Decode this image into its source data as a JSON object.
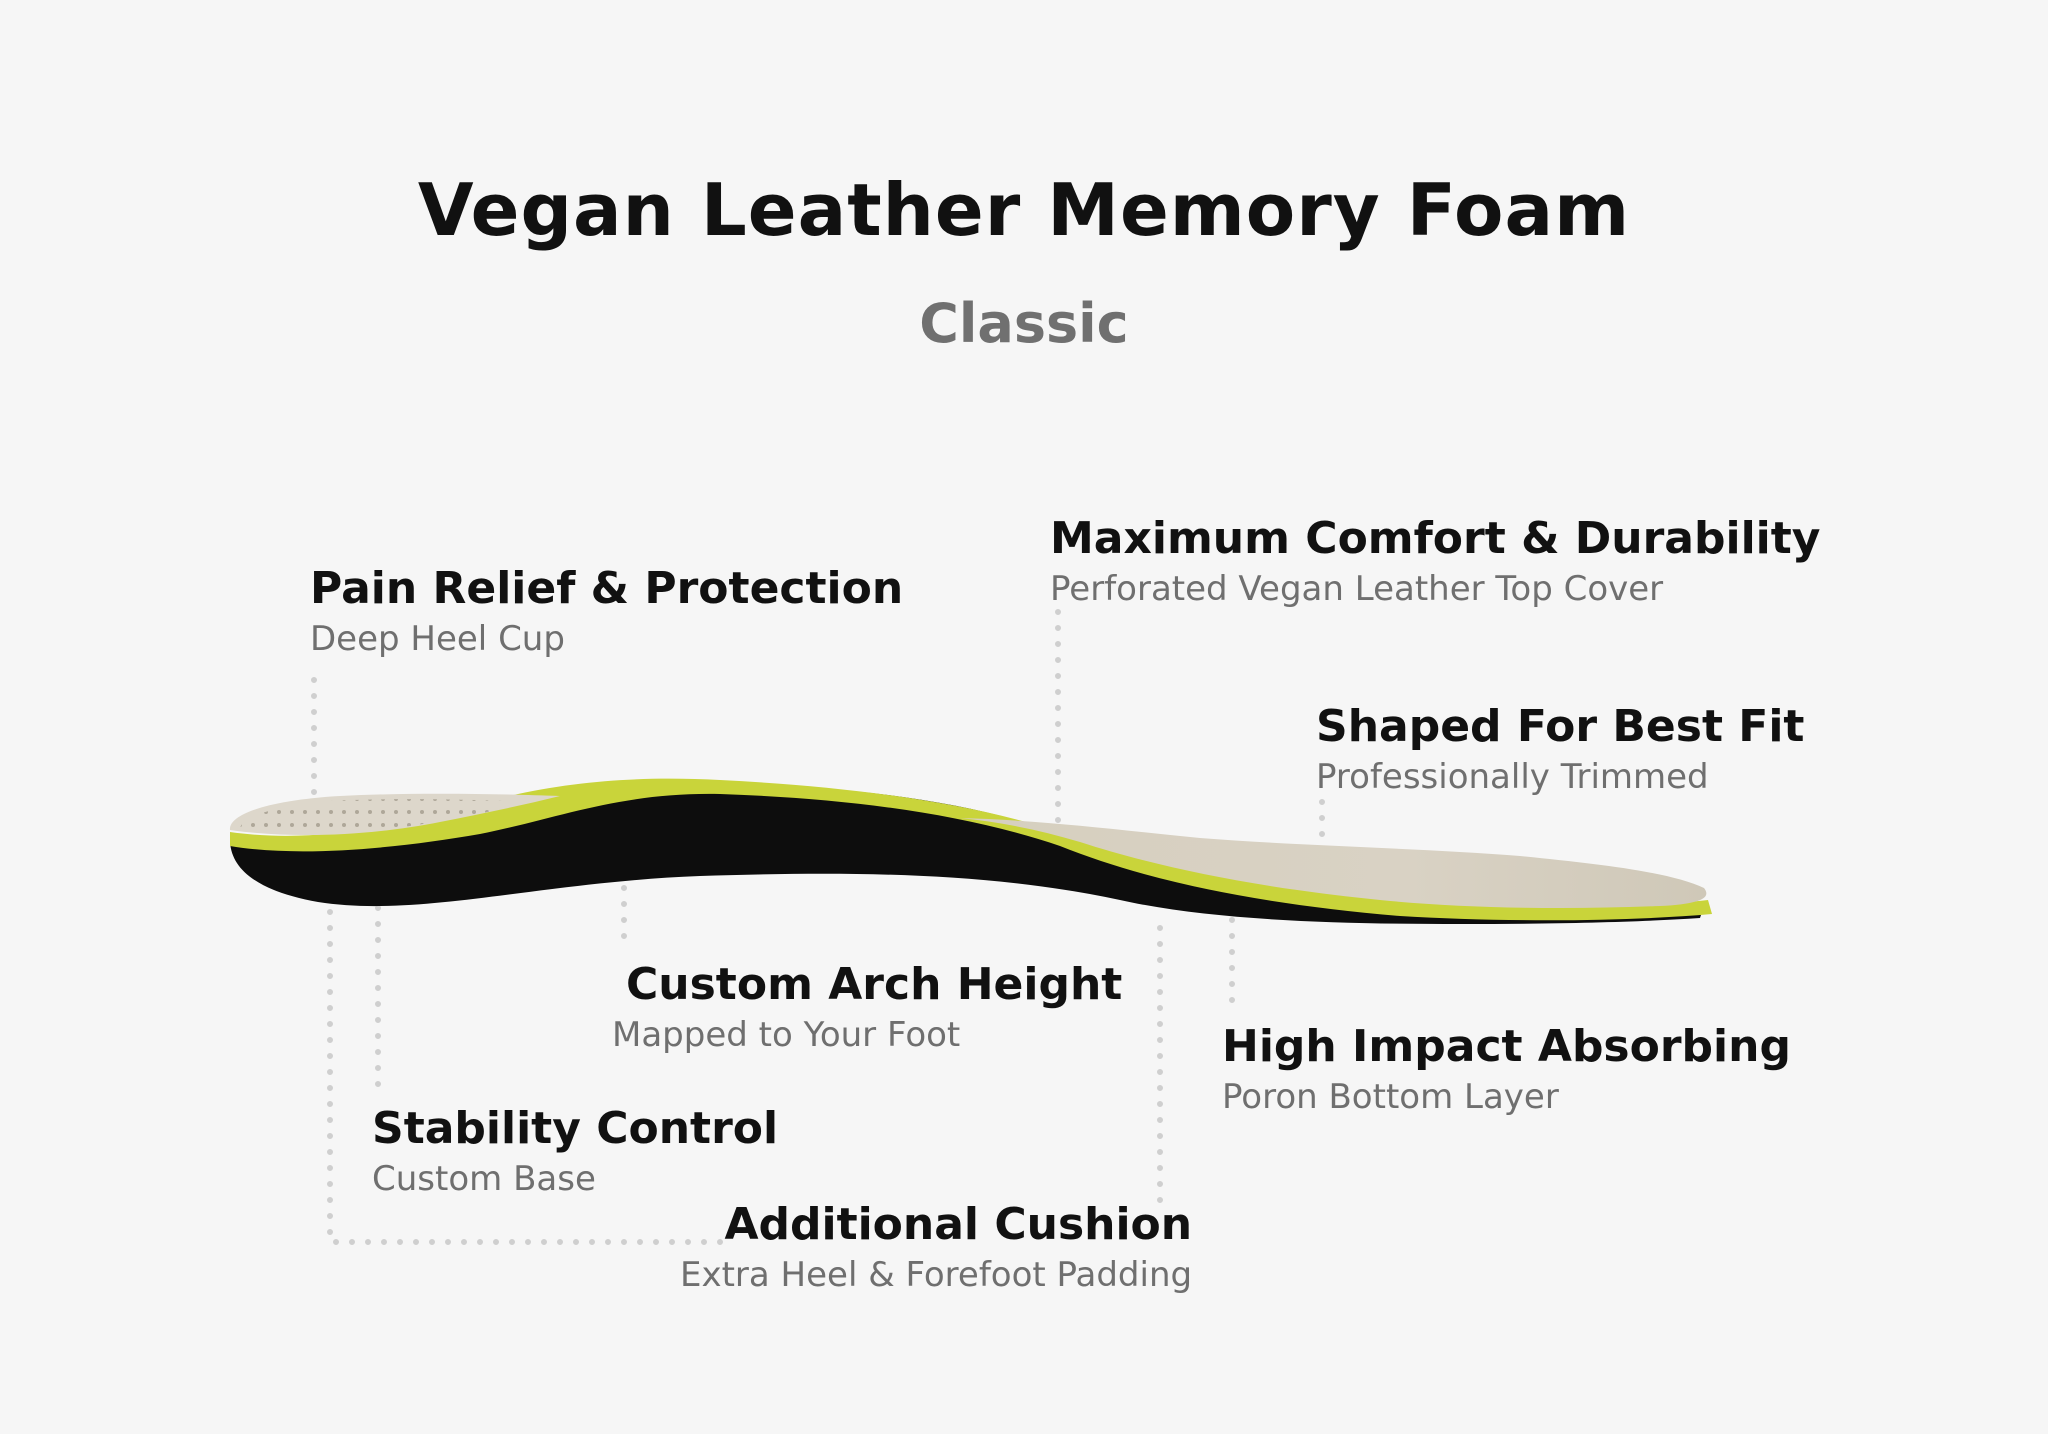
{
  "header": {
    "title": "Vegan Leather Memory Foam",
    "subtitle": "Classic"
  },
  "features": [
    {
      "id": "pain-relief",
      "title": "Pain Relief & Protection",
      "detail": "Deep Heel Cup"
    },
    {
      "id": "max-comfort",
      "title": "Maximum Comfort & Durability",
      "detail": "Perforated Vegan Leather Top Cover"
    },
    {
      "id": "best-fit",
      "title": "Shaped For Best Fit",
      "detail": "Professionally Trimmed"
    },
    {
      "id": "arch-height",
      "title": "Custom Arch Height",
      "detail": "Mapped to Your Foot"
    },
    {
      "id": "impact",
      "title": "High Impact Absorbing",
      "detail": "Poron Bottom Layer"
    },
    {
      "id": "stability",
      "title": "Stability Control",
      "detail": "Custom Base"
    },
    {
      "id": "cushion",
      "title": "Additional Cushion",
      "detail": "Extra Heel & Forefoot Padding"
    }
  ],
  "colors": {
    "background": "#f6f6f6",
    "foam_yellow": "#c9d43a",
    "base_black": "#0d0d0d",
    "top_cover": "#d9d2c3",
    "leader_dots": "#cfcfcf"
  }
}
